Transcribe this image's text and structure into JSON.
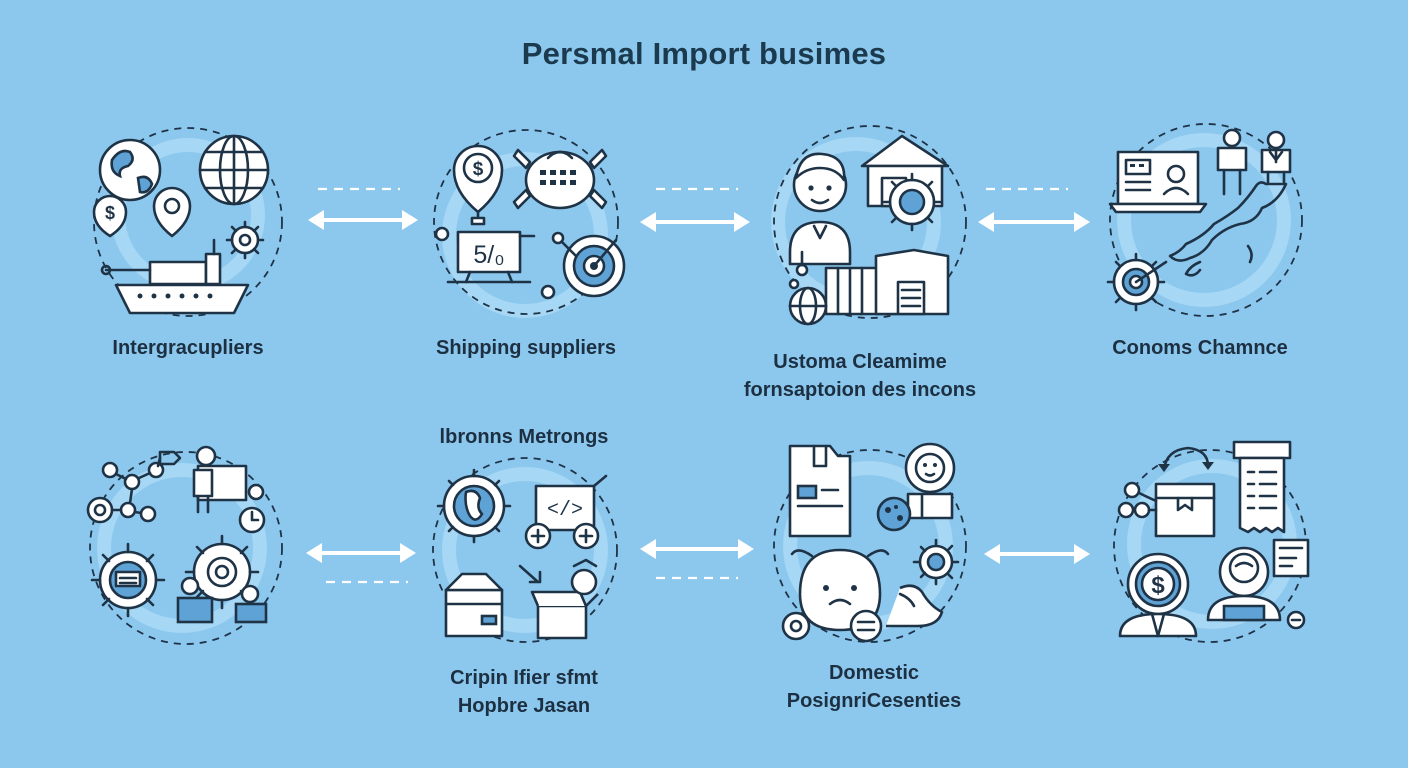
{
  "title": "Persmal Import busimes",
  "nodes": [
    {
      "id": "n1",
      "lines": [
        "Intergracupliers"
      ],
      "icons": [
        "globe-icon",
        "map-pin-icon",
        "cargo-ship-icon",
        "gear-icon"
      ]
    },
    {
      "id": "n2",
      "lines": [
        "Shipping suppliers"
      ],
      "icons": [
        "dollar-pin-icon",
        "satellite-icon",
        "price-board-icon",
        "target-icon"
      ]
    },
    {
      "id": "n3",
      "lines": [
        "Ustoma Cleamime",
        "fornsaptoion des incons"
      ],
      "icons": [
        "person-icon",
        "warehouse-icon",
        "gear-icon",
        "globe-icon"
      ]
    },
    {
      "id": "n4",
      "lines": [
        "Conoms Chamnce"
      ],
      "icons": [
        "laptop-icon",
        "people-icon",
        "japan-map-icon",
        "gear-target-icon"
      ]
    },
    {
      "id": "n5",
      "lines": [],
      "icons": [
        "network-icon",
        "presenter-icon",
        "gear-icon",
        "clock-icon"
      ]
    },
    {
      "id": "n6",
      "lines": [
        "Cripin Ifier sfmt",
        "Hopbre Jasan"
      ],
      "header": "lbronns Metrongs",
      "icons": [
        "gear-globe-icon",
        "code-board-icon",
        "box-icon",
        "open-box-icon"
      ]
    },
    {
      "id": "n7",
      "lines": [
        "Domestic",
        "PosignriCesenties"
      ],
      "icons": [
        "document-icon",
        "lion-icon",
        "robot-icon",
        "gear-icon"
      ]
    },
    {
      "id": "n8",
      "lines": [],
      "icons": [
        "package-icon",
        "receipt-icon",
        "dollar-icon",
        "customer-icon"
      ]
    }
  ]
}
